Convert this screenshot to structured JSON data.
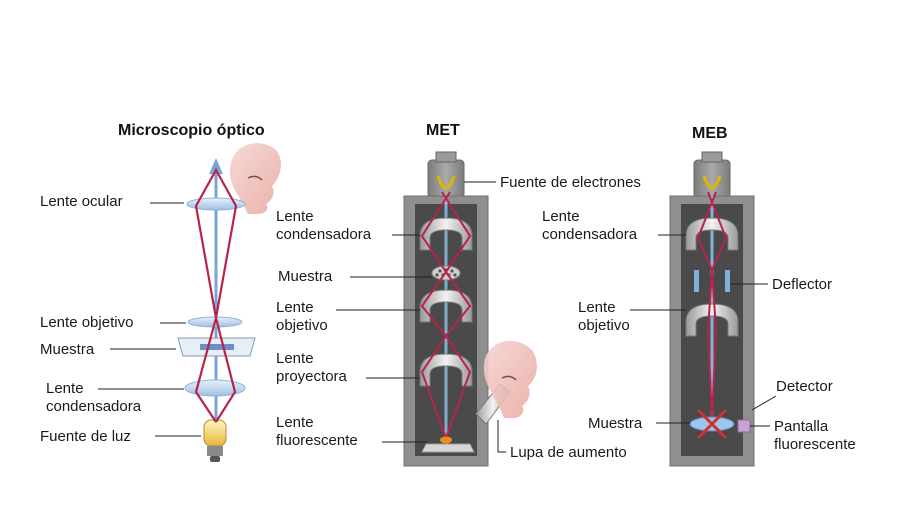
{
  "diagram": {
    "optical": {
      "title": "Microscopio óptico",
      "labels": {
        "eyepiece": "Lente ocular",
        "objective": "Lente objetivo",
        "specimen": "Muestra",
        "condenser_1": "Lente",
        "condenser_2": "condensadora",
        "light_source": "Fuente de luz"
      }
    },
    "tem": {
      "title": "MET",
      "labels": {
        "electron_source": "Fuente de electrones",
        "condenser_1": "Lente",
        "condenser_2": "condensadora",
        "specimen": "Muestra",
        "objective_1": "Lente",
        "objective_2": "objetivo",
        "projector_1": "Lente",
        "projector_2": "proyectora",
        "fluorescent_1": "Lente",
        "fluorescent_2": "fluorescente",
        "magnifier": "Lupa de aumento"
      }
    },
    "sem": {
      "title": "MEB",
      "labels": {
        "condenser_1": "Lente",
        "condenser_2": "condensadora",
        "deflector": "Deflector",
        "objective_1": "Lente",
        "objective_2": "objetivo",
        "detector": "Detector",
        "specimen": "Muestra",
        "screen_1": "Pantalla",
        "screen_2": "fluorescente"
      }
    },
    "colors": {
      "beam": "#b8234a",
      "axis": "#7aa6d6",
      "column": "#8f8f8f",
      "column_inner": "#4a4a4a",
      "lens": "#c9dcf2",
      "text": "#1a1a1a"
    }
  }
}
